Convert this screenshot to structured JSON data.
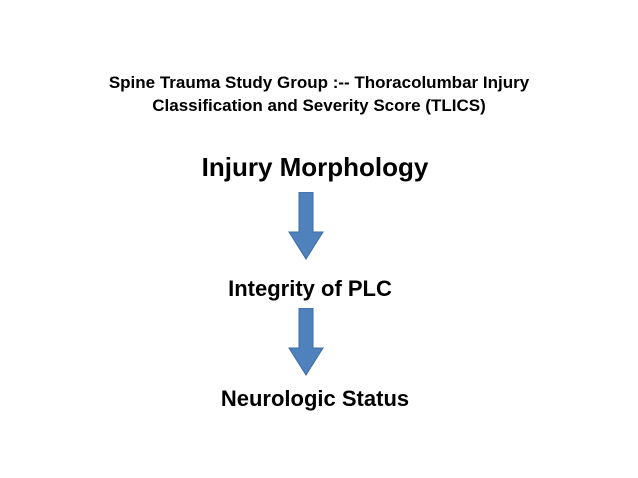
{
  "slide": {
    "title_line_1": "Spine Trauma Study Group :-- Thoracolumbar Injury",
    "title_line_2": "Classification and Severity Score (TLICS)"
  },
  "flow": {
    "steps": [
      {
        "label": "Injury Morphology"
      },
      {
        "label": "Integrity of PLC"
      },
      {
        "label": "Neurologic Status"
      }
    ],
    "arrow_color": "#4F81BD",
    "arrow_outline": "#3E6DA7"
  }
}
